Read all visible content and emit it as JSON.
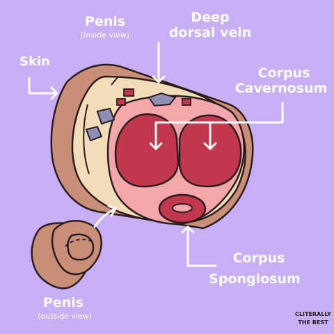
{
  "labels": {
    "penis_inside_title": "Penis",
    "penis_inside_sub": "(Inside view)",
    "skin": "Skin",
    "deep_dorsal_line1": "Deep",
    "deep_dorsal_line2": "dorsal vein",
    "corpus_cav_line1": "Corpus",
    "corpus_cav_line2": "Cavernosum",
    "corpus_spong_line1": "Corpus",
    "corpus_spong_line2": "Spongiosum",
    "penis_outside_title": "Penis",
    "penis_outside_sub": "(outside view)"
  },
  "logo": {
    "line1": "CLITERALLY",
    "line2": "THE BEST"
  },
  "colors": {
    "background": "#c8aef3",
    "outline": "#2a1c1c",
    "skin_tan": "#c98e78",
    "cream": "#f3dcb8",
    "pink": "#f4a7ab",
    "red": "#c0374e",
    "vein_gray": "#8f8fb6",
    "label_text": "#ffffff"
  },
  "icons": [
    "arrow-icon",
    "logo-badge"
  ]
}
